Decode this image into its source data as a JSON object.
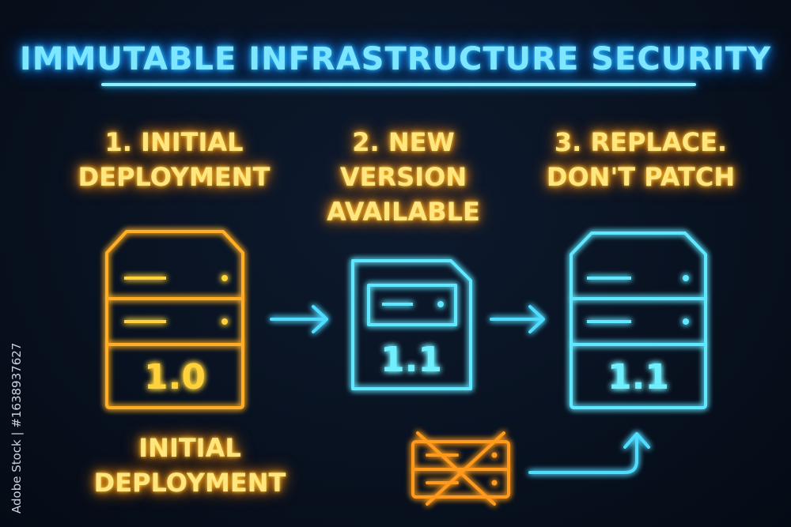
{
  "title": "IMMUTABLE INFRASTRUCTURE SECURITY",
  "steps": [
    {
      "label": "1. INITIAL\nDEPLOYMENT"
    },
    {
      "label": "2. NEW\nVERSION\nAVAILABLE"
    },
    {
      "label": "3. REPLACE.\nDON'T PATCH"
    }
  ],
  "servers": {
    "initial_version": "1.0",
    "new_version": "1.1",
    "replacement_version": "1.1"
  },
  "caption": "INITIAL\nDEPLOYMENT",
  "watermark": "Adobe Stock | #1638937627",
  "colors": {
    "cyan": "#5fe8ff",
    "orange": "#ffa31a",
    "yellow": "#ffe14d",
    "background": "#08111f"
  }
}
